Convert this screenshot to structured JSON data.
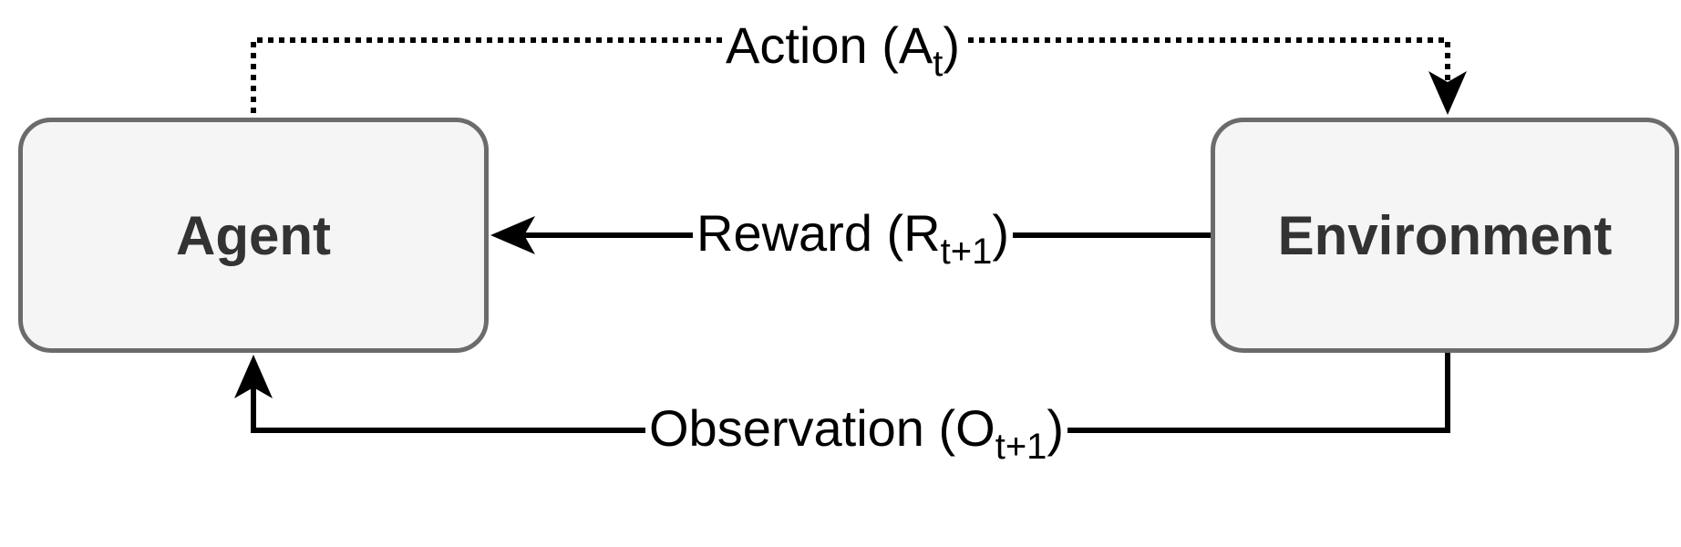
{
  "nodes": {
    "agent": {
      "label": "Agent"
    },
    "environment": {
      "label": "Environment"
    }
  },
  "edges": {
    "action": {
      "label": "Action (A",
      "subscript": "t",
      "suffix": ")",
      "style": "dotted"
    },
    "reward": {
      "label": "Reward (R",
      "subscript": "t+1",
      "suffix": ")",
      "style": "solid"
    },
    "observation": {
      "label": "Observation (O",
      "subscript": "t+1",
      "suffix": ")",
      "style": "solid"
    }
  },
  "colors": {
    "node_border": "#6b6b6b",
    "node_fill": "#f5f5f5",
    "node_text": "#333333",
    "edge": "#000000"
  }
}
